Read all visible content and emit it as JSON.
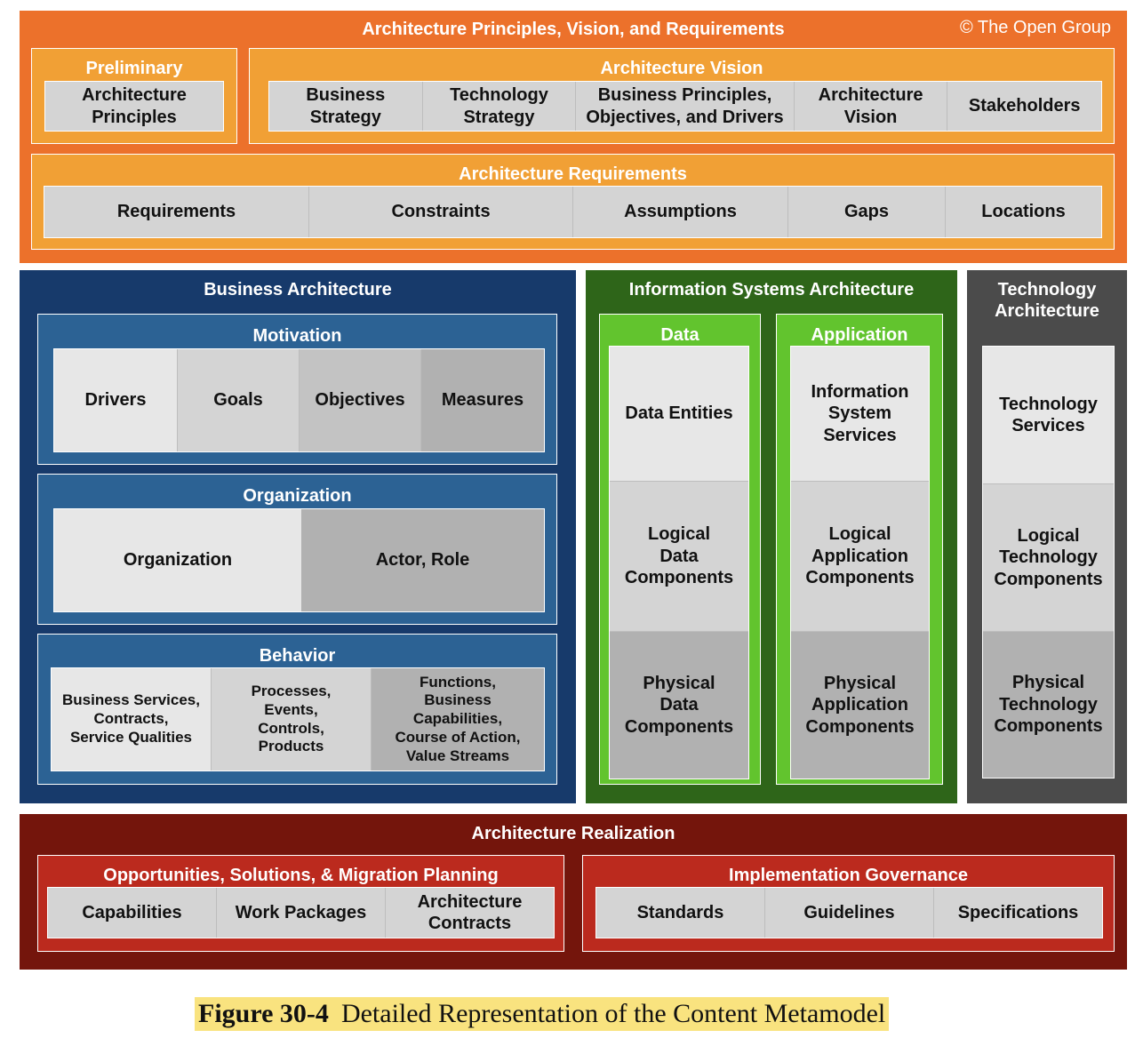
{
  "colors": {
    "orange_outer": "#ec712b",
    "orange_inner": "#f1a035",
    "blue_outer": "#173a6b",
    "blue_inner": "#2c6294",
    "green_outer": "#2e6519",
    "green_inner": "#62c42e",
    "tech_gray": "#4b4b4b",
    "red_outer": "#74150c",
    "red_inner": "#bb2a1e",
    "caption_bg": "#f9e37f"
  },
  "principles": {
    "title": "Architecture Principles, Vision, and Requirements",
    "copyright": "© The Open Group",
    "preliminary": {
      "title": "Preliminary",
      "items": [
        "Architecture\nPrinciples"
      ]
    },
    "vision": {
      "title": "Architecture Vision",
      "items": [
        "Business\nStrategy",
        "Technology\nStrategy",
        "Business Principles,\nObjectives, and Drivers",
        "Architecture\nVision",
        "Stakeholders"
      ]
    },
    "requirements": {
      "title": "Architecture Requirements",
      "items": [
        "Requirements",
        "Constraints",
        "Assumptions",
        "Gaps",
        "Locations"
      ]
    }
  },
  "business": {
    "title": "Business Architecture",
    "motivation": {
      "title": "Motivation",
      "items": [
        "Drivers",
        "Goals",
        "Objectives",
        "Measures"
      ]
    },
    "organization": {
      "title": "Organization",
      "items": [
        "Organization",
        "Actor, Role"
      ]
    },
    "behavior": {
      "title": "Behavior",
      "items": [
        "Business Services,\nContracts,\nService Qualities",
        "Processes,\nEvents,\nControls,\nProducts",
        "Functions,\nBusiness\nCapabilities,\nCourse of Action,\nValue Streams"
      ]
    }
  },
  "information_systems": {
    "title": "Information Systems Architecture",
    "data": {
      "title": "Data",
      "items": [
        "Data Entities",
        "Logical\nData\nComponents",
        "Physical\nData\nComponents"
      ]
    },
    "application": {
      "title": "Application",
      "items": [
        "Information\nSystem\nServices",
        "Logical\nApplication\nComponents",
        "Physical\nApplication\nComponents"
      ]
    }
  },
  "technology": {
    "title": "Technology\nArchitecture",
    "items": [
      "Technology\nServices",
      "Logical\nTechnology\nComponents",
      "Physical\nTechnology\nComponents"
    ]
  },
  "realization": {
    "title": "Architecture Realization",
    "opportunities": {
      "title": "Opportunities, Solutions, & Migration Planning",
      "items": [
        "Capabilities",
        "Work Packages",
        "Architecture\nContracts"
      ]
    },
    "governance": {
      "title": "Implementation Governance",
      "items": [
        "Standards",
        "Guidelines",
        "Specifications"
      ]
    }
  },
  "caption": {
    "number": "Figure 30-4",
    "text": "Detailed Representation of the Content Metamodel"
  }
}
